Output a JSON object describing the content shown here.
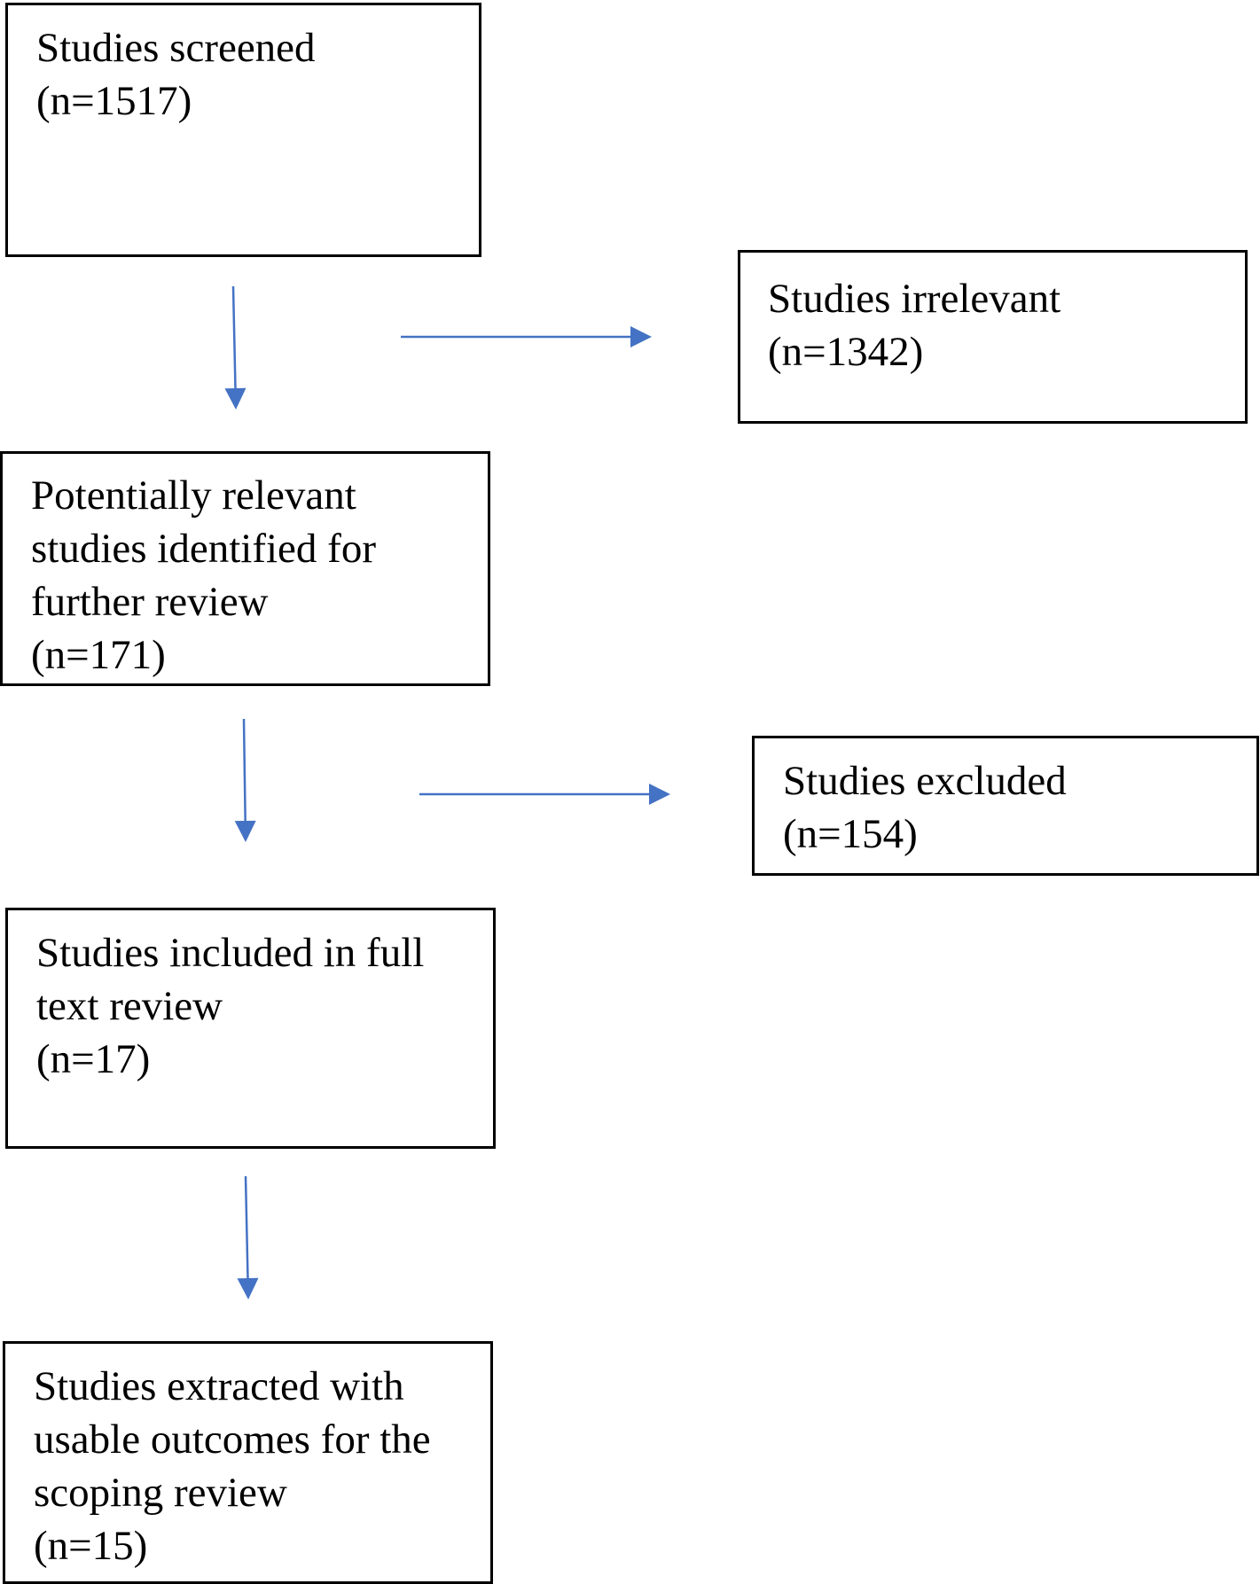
{
  "diagram": {
    "arrow_color": "#4472C4",
    "nodes": [
      {
        "id": "screened",
        "text": "Studies screened\n(n=1517)"
      },
      {
        "id": "irrelevant",
        "text": "Studies irrelevant\n(n=1342)"
      },
      {
        "id": "potentially-relevant",
        "text": "Potentially relevant\nstudies identified for\nfurther review\n(n=171)"
      },
      {
        "id": "excluded",
        "text": "Studies excluded\n(n=154)"
      },
      {
        "id": "full-text",
        "text": "Studies included in full\ntext review\n(n=17)"
      },
      {
        "id": "extracted",
        "text": "Studies extracted with\nusable outcomes for the\nscoping review\n(n=15)"
      }
    ]
  }
}
